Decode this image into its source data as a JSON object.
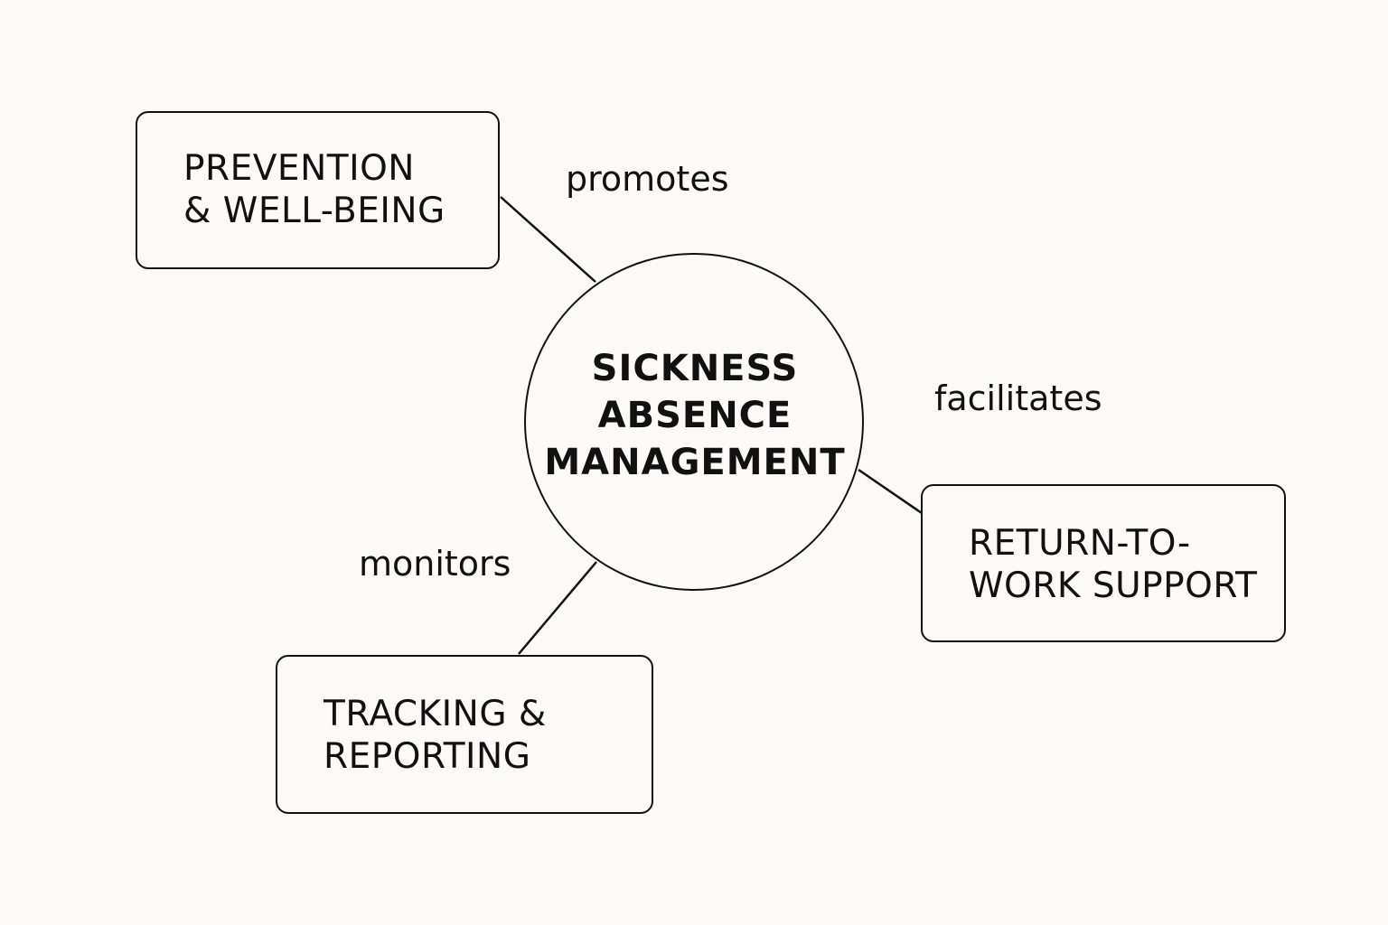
{
  "diagram": {
    "center": {
      "lines": [
        "SICKNESS",
        "ABSENCE",
        "MANAGEMENT"
      ]
    },
    "nodes": {
      "prevention": {
        "lines": [
          "PREVENTION",
          "& WELL-BEING"
        ]
      },
      "return_to_work": {
        "lines": [
          "RETURN-TO-",
          "WORK SUPPORT"
        ]
      },
      "tracking": {
        "lines": [
          "TRACKING &",
          "REPORTING"
        ]
      }
    },
    "edges": {
      "promotes": {
        "label": "promotes",
        "from": "center",
        "to": "prevention"
      },
      "facilitates": {
        "label": "facilitates",
        "from": "center",
        "to": "return_to_work"
      },
      "monitors": {
        "label": "monitors",
        "from": "center",
        "to": "tracking"
      }
    },
    "colors": {
      "background": "#fbfaf6",
      "stroke": "#111111",
      "text": "#111111"
    }
  }
}
